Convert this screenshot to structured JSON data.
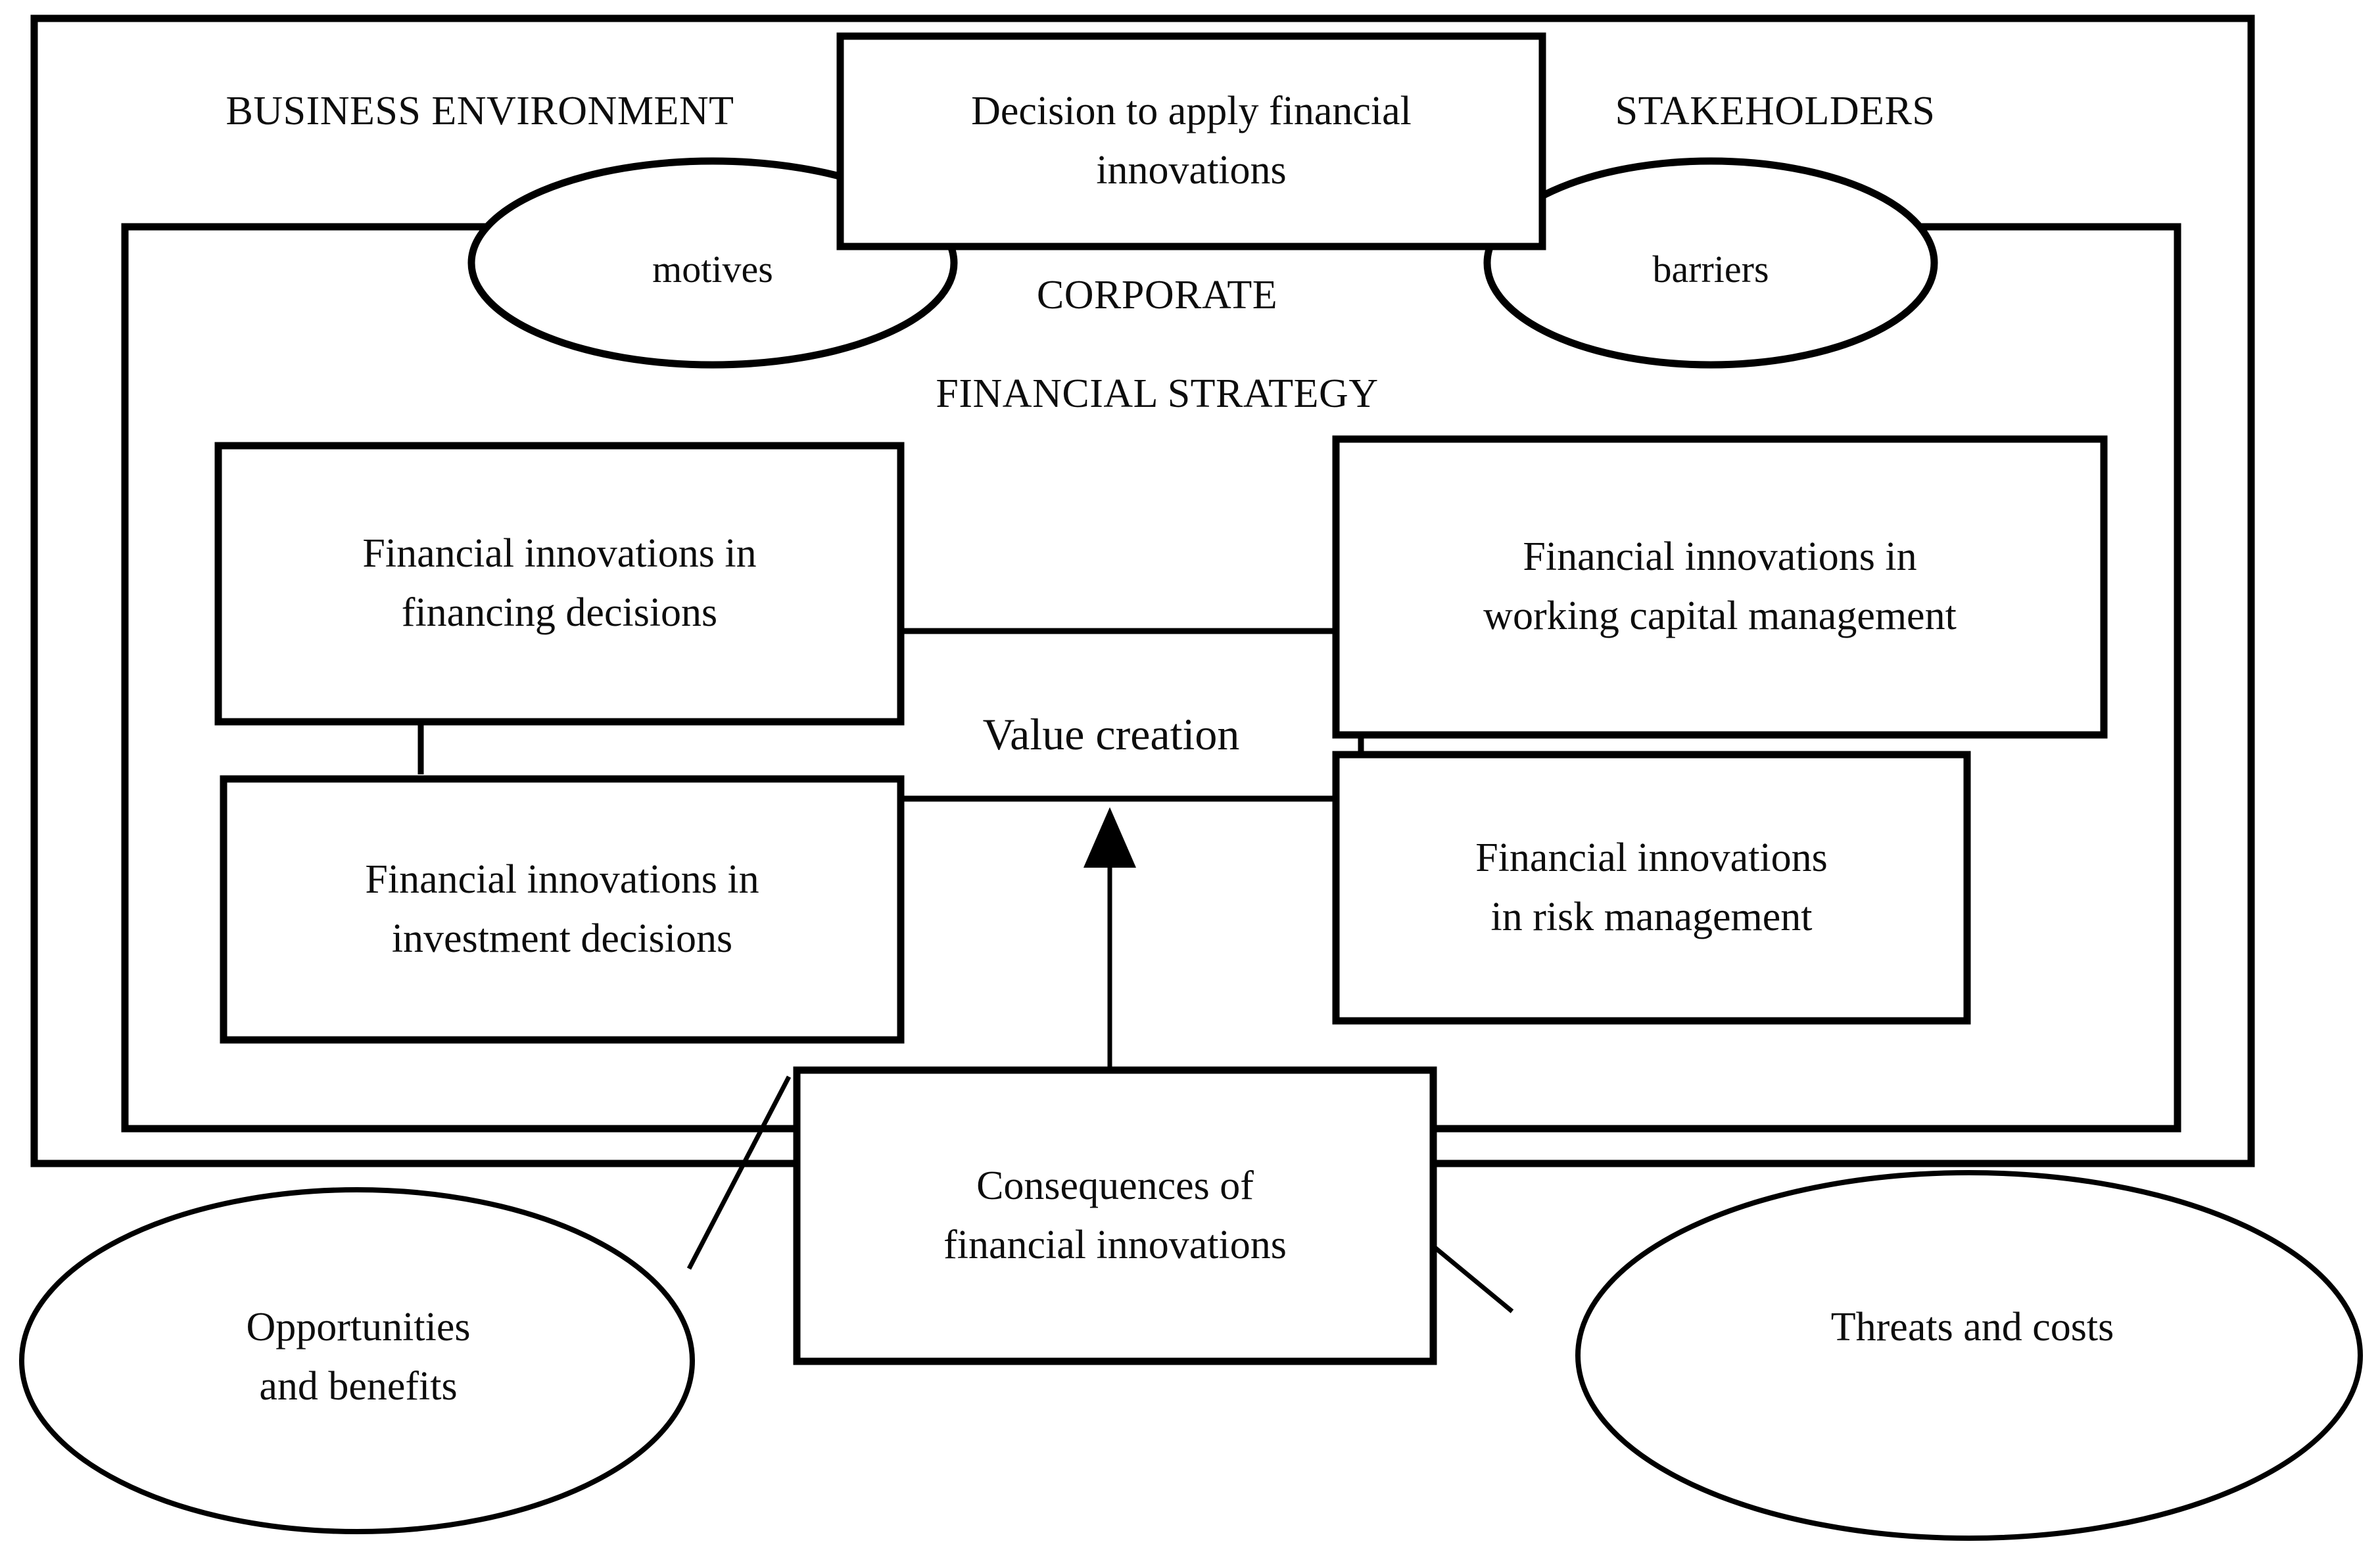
{
  "diagram": {
    "title_region": {
      "business_environment": "BUSINESS ENVIRONMENT",
      "stakeholders": "STAKEHOLDERS",
      "corporate": "CORPORATE",
      "financial_strategy": "FINANCIAL STRATEGY"
    },
    "nodes": [
      {
        "id": "decision",
        "type": "rectangle",
        "label": "Decision to apply financial\ninnovations"
      },
      {
        "id": "motives",
        "type": "ellipse",
        "label": "motives"
      },
      {
        "id": "barriers",
        "type": "ellipse",
        "label": "barriers"
      },
      {
        "id": "financing",
        "type": "rectangle",
        "label": "Financial innovations in\nfinancing decisions"
      },
      {
        "id": "investment",
        "type": "rectangle",
        "label": "Financial innovations in\ninvestment decisions"
      },
      {
        "id": "working-capital",
        "type": "rectangle",
        "label": "Financial innovations in\nworking capital management"
      },
      {
        "id": "risk-management",
        "type": "rectangle",
        "label": "Financial innovations\nin risk management"
      },
      {
        "id": "value-creation",
        "type": "text",
        "label": "Value creation"
      },
      {
        "id": "consequences",
        "type": "rectangle",
        "label": "Consequences of\nfinancial innovations"
      },
      {
        "id": "opportunities",
        "type": "ellipse",
        "label": "Opportunities\nand benefits"
      },
      {
        "id": "threats",
        "type": "ellipse",
        "label": "Threats and costs"
      }
    ],
    "colors": {
      "stroke": "#000000",
      "background": "#ffffff",
      "text": "#0d0d0d"
    }
  }
}
